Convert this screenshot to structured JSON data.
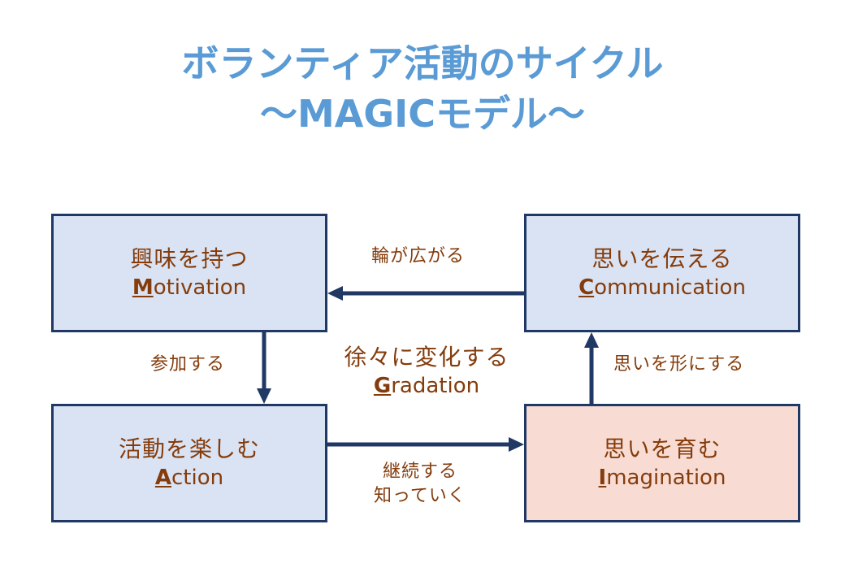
{
  "title": {
    "line1": "ボランティア活動のサイクル",
    "line2": "～MAGICモデル～"
  },
  "boxes": {
    "motivation": {
      "jp": "興味を持つ",
      "initial": "M",
      "rest": "otivation"
    },
    "communication": {
      "jp": "思いを伝える",
      "initial": "C",
      "rest": "ommunication"
    },
    "action": {
      "jp": "活動を楽しむ",
      "initial": "A",
      "rest": "ction"
    },
    "imagination": {
      "jp": "思いを育む",
      "initial": "I",
      "rest": "magination"
    }
  },
  "center": {
    "jp": "徐々に変化する",
    "initial": "G",
    "rest": "radation"
  },
  "labels": {
    "spread": "輪が広がる",
    "participate": "参加する",
    "shape": "思いを形にする",
    "continue_1": "継続する",
    "continue_2": "知っていく"
  },
  "colors": {
    "title": "#5b9bd5",
    "box_fill": "#dae3f3",
    "box_fill_highlight": "#f8dcd4",
    "border_arrow": "#1f3864",
    "text": "#843c0c"
  }
}
